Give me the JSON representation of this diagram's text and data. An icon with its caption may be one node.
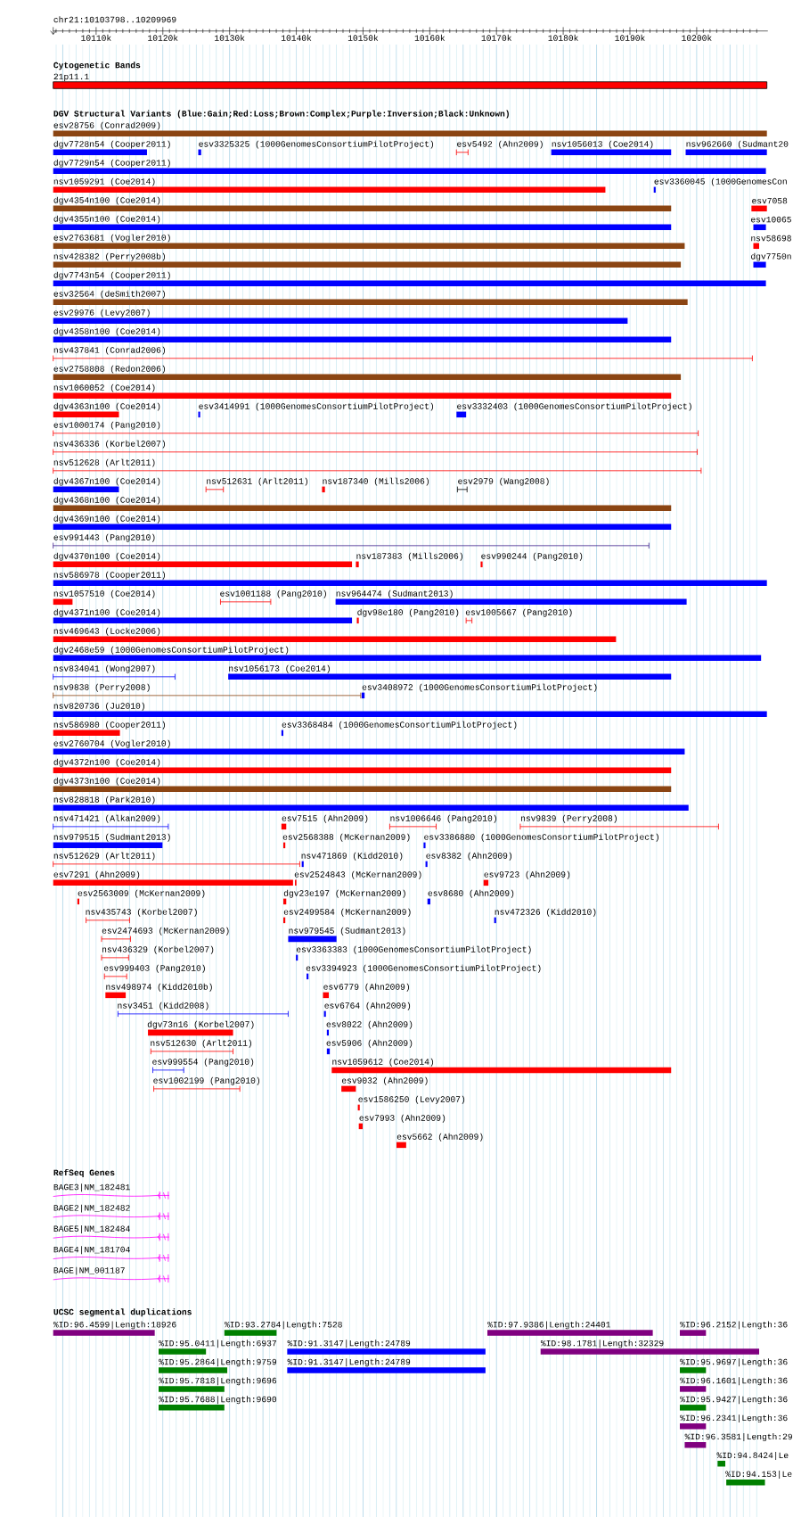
{
  "diagram": {
    "labels": [
      "chr21:10103798..10209969",
      "10110k",
      "10120k",
      "10130k",
      "10140k",
      "10150k",
      "10160k",
      "10170k",
      "10180k",
      "10190k",
      "10200k",
      "Cytogenetic Bands",
      "21p11.1",
      "DGV Structural Variants (Blue:Gain;Red:Loss;Brown:Complex;Purple:Inversion;Black:Unknown)",
      "esv28756 (Conrad2009)",
      "dgv7728n54 (Cooper2011)",
      "esv3325325 (1000GenomesConsortiumPilotProject)",
      "esv5492 (Ahn2009)",
      "nsv1056013 (Coe2014)",
      "nsv962660 (Sudmant20",
      "dgv7729n54 (Cooper2011)",
      "nsv1059291 (Coe2014)",
      "esv3360045 (1000GenomesCon",
      "dgv4354n100 (Coe2014)",
      "esv7058",
      "dgv4355n100 (Coe2014)",
      "esv10065",
      "esv2763681 (Vogler2010)",
      "nsv58698",
      "nsv428382 (Perry2008b)",
      "dgv7750n",
      "dgv7743n54 (Cooper2011)",
      "esv32564 (deSmith2007)",
      "esv29976 (Levy2007)",
      "dgv4358n100 (Coe2014)",
      "nsv437841 (Conrad2006)",
      "esv2758808 (Redon2006)",
      "nsv1060052 (Coe2014)",
      "dgv4363n100 (Coe2014)",
      "esv3414991 (1000GenomesConsortiumPilotProject)",
      "esv3332403 (1000GenomesConsortiumPilotProject)",
      "esv1000174 (Pang2010)",
      "nsv436336 (Korbel2007)",
      "nsv512628 (Arlt2011)",
      "dgv4367n100 (Coe2014)",
      "nsv512631 (Arlt2011)",
      "nsv187340 (Mills2006)",
      "esv2979 (Wang2008)",
      "dgv4368n100 (Coe2014)",
      "dgv4369n100 (Coe2014)",
      "esv991443 (Pang2010)",
      "dgv4370n100 (Coe2014)",
      "nsv187383 (Mills2006)",
      "esv990244 (Pang2010)",
      "nsv586978 (Cooper2011)",
      "nsv1057510 (Coe2014)",
      "esv1001188 (Pang2010)",
      "nsv964474 (Sudmant2013)",
      "dgv4371n100 (Coe2014)",
      "dgv98e180 (Pang2010)",
      "esv1005667 (Pang2010)",
      "nsv469643 (Locke2006)",
      "dgv2468e59 (1000GenomesConsortiumPilotProject)",
      "nsv834041 (Wong2007)",
      "nsv1056173 (Coe2014)",
      "nsv9838 (Perry2008)",
      "esv3408972 (1000GenomesConsortiumPilotProject)",
      "nsv820736 (Ju2010)",
      "nsv586980 (Cooper2011)",
      "esv3368484 (1000GenomesConsortiumPilotProject)",
      "esv2760704 (Vogler2010)",
      "dgv4372n100 (Coe2014)",
      "dgv4373n100 (Coe2014)",
      "nsv828818 (Park2010)",
      "nsv471421 (Alkan2009)",
      "esv7515 (Ahn2009)",
      "nsv1006646 (Pang2010)",
      "nsv9839 (Perry2008)",
      "nsv979515 (Sudmant2013)",
      "esv2568388 (McKernan2009)",
      "esv3386880 (1000GenomesConsortiumPilotProject)",
      "nsv512629 (Arlt2011)",
      "nsv471869 (Kidd2010)",
      "esv8382 (Ahn2009)",
      "esv7291 (Ahn2009)",
      "esv2524843 (McKernan2009)",
      "esv9723 (Ahn2009)",
      "esv2563009 (McKernan2009)",
      "dgv23e197 (McKernan2009)",
      "esv8680 (Ahn2009)",
      "nsv435743 (Korbel2007)",
      "esv2499584 (McKernan2009)",
      "nsv472326 (Kidd2010)",
      "esv2474693 (McKernan2009)",
      "nsv979545 (Sudmant2013)",
      "nsv436329 (Korbel2007)",
      "esv3363383 (1000GenomesConsortiumPilotProject)",
      "esv999403 (Pang2010)",
      "esv3394923 (1000GenomesConsortiumPilotProject)",
      "nsv498974 (Kidd2010b)",
      "esv6779 (Ahn2009)",
      "nsv3451 (Kidd2008)",
      "esv6764 (Ahn2009)",
      "dgv73n16 (Korbel2007)",
      "esv8022 (Ahn2009)",
      "nsv512630 (Arlt2011)",
      "esv5906 (Ahn2009)",
      "esv999554 (Pang2010)",
      "nsv1059612 (Coe2014)",
      "esv1002199 (Pang2010)",
      "esv9032 (Ahn2009)",
      "esv1586250 (Levy2007)",
      "esv7993 (Ahn2009)",
      "esv5662 (Ahn2009)",
      "RefSeq Genes",
      "BAGE3|NM_182481",
      "BAGE2|NM_182482",
      "BAGE5|NM_182484",
      "BAGE4|NM_181704",
      "BAGE|NM_001187",
      "UCSC segmental duplications",
      "%ID:96.4599|Length:18926",
      "%ID:93.2784|Length:7528",
      "%ID:97.9386|Length:24401",
      "%ID:96.2152|Length:36",
      "%ID:95.0411|Length:6937",
      "%ID:91.3147|Length:24789",
      "%ID:98.1781|Length:32329",
      "%ID:95.2864|Length:9759",
      "%ID:91.3147|Length:24789",
      "%ID:95.9697|Length:36",
      "%ID:95.7818|Length:9696",
      "%ID:96.1601|Length:36",
      "%ID:95.7688|Length:9690",
      "%ID:95.9427|Length:36",
      "%ID:96.2341|Length:36",
      "%ID:96.3581|Length:29",
      "%ID:94.8424|Le",
      "%ID:94.153|Le"
    ]
  }
}
